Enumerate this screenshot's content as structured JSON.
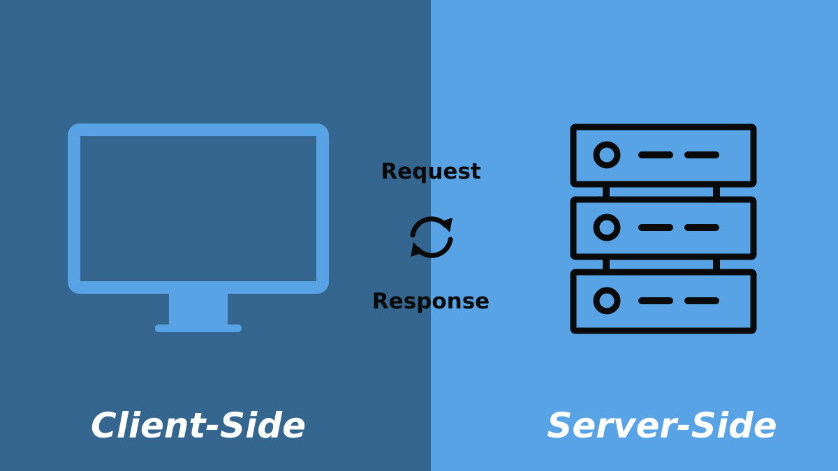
{
  "colors": {
    "client_panel": "#35668f",
    "server_panel": "#57a3e6",
    "monitor_icon": "#57a3e6",
    "server_icon": "#0a0a0a",
    "text_dark": "#0a0a0a",
    "text_light": "#ffffff"
  },
  "client": {
    "label": "Client-Side",
    "icon": "monitor-icon"
  },
  "server": {
    "label": "Server-Side",
    "icon": "server-rack-icon",
    "unit_count": 3
  },
  "flow": {
    "request_label": "Request",
    "response_label": "Response",
    "icon": "sync-arrows-icon"
  }
}
